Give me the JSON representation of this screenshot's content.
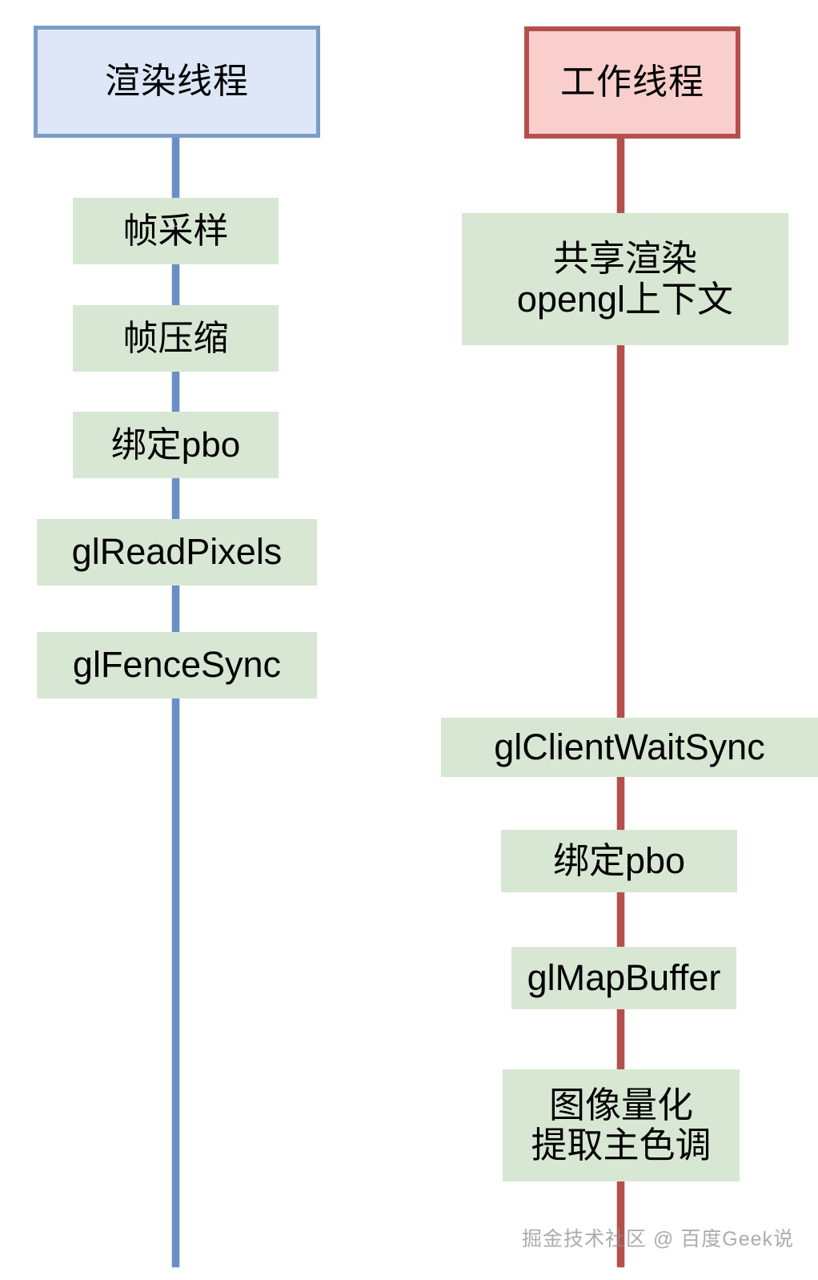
{
  "diagram": {
    "type": "sequence-flow",
    "title_visible": false,
    "colors": {
      "render_lane_line": "#6a8fc7",
      "render_header_fill": "#dde7f7",
      "render_header_border": "#7b9cc6",
      "worker_lane_line": "#b4504c",
      "worker_header_fill": "#f8cfcd",
      "worker_header_border": "#b4504c",
      "step_fill": "#d7e7d3",
      "text": "#000000",
      "watermark": "#8d8d8d"
    }
  },
  "lanes": [
    {
      "id": "render-thread",
      "header": {
        "label": "渲染线程"
      },
      "steps": [
        {
          "id": "frame-sample",
          "label": "帧采样"
        },
        {
          "id": "frame-compress",
          "label": "帧压缩"
        },
        {
          "id": "bind-pbo",
          "label": "绑定pbo"
        },
        {
          "id": "gl-read-pixels",
          "label": "glReadPixels"
        },
        {
          "id": "gl-fence-sync",
          "label": "glFenceSync"
        }
      ]
    },
    {
      "id": "worker-thread",
      "header": {
        "label": "工作线程"
      },
      "steps": [
        {
          "id": "shared-gl-context",
          "label": "共享渲染\nopengl上下文"
        },
        {
          "id": "gl-client-waitsync",
          "label": "glClientWaitSync"
        },
        {
          "id": "bind-pbo-worker",
          "label": "绑定pbo"
        },
        {
          "id": "gl-map-buffer",
          "label": "glMapBuffer"
        },
        {
          "id": "image-quantize",
          "label": "图像量化\n提取主色调"
        }
      ]
    }
  ],
  "watermark": {
    "text": "掘金技术社区 @ 百度Geek说"
  }
}
